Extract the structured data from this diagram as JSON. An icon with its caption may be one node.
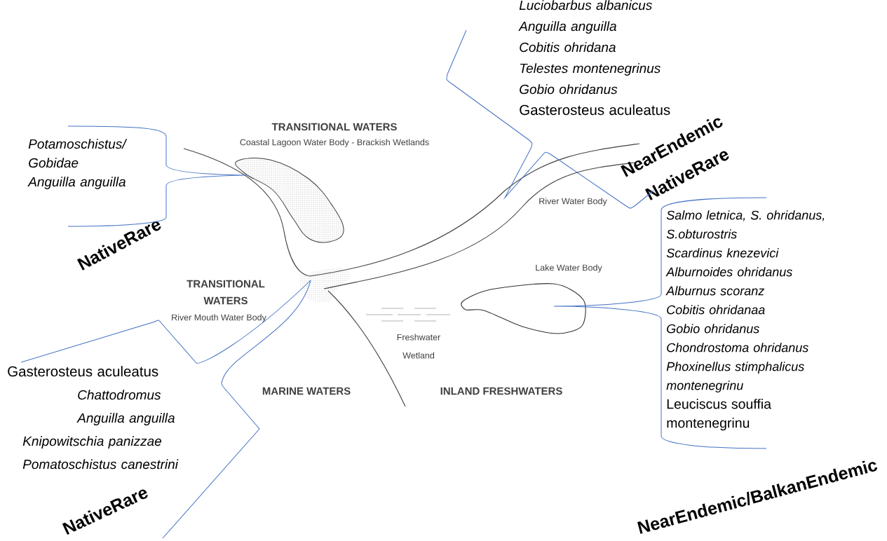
{
  "diagram": {
    "nodes": [
      {
        "text": [
          "Luciobarbus albanicus",
          "Anguilla anguilla",
          "Cobitis ohridana",
          "Telestes montenegrinus",
          "Gobio ohridanus",
          "Gasterosteus aculeatus"
        ],
        "beside": [
          "NearEndemic",
          "NativeRare"
        ]
      },
      {
        "text": [
          "Potamoschistus/ Gobidae",
          "Anguilla anguilla"
        ],
        "beside": [
          "NativeRare"
        ]
      },
      {
        "text": [
          "Salmo letnica, S. ohridanus, S.obturostris",
          "Scardinus knezevici",
          "Alburnoides ohridanus",
          "Alburnus scoranz",
          "Cobitis ohridanaa",
          "Gobio ohridanus",
          "Chondrostoma ohridanus",
          "Phoxinellus stimphalicus montenegrinu",
          "Leuciscus souffia montenegrinu"
        ],
        "beside": [
          "NearEndemic/BalkanEndemic"
        ]
      },
      {
        "text": [
          "Gasterosteus aculeatus",
          "Chattodromus",
          "Anguilla anguilla",
          "Knipowitschia panizzae",
          "Pomatoschistus canestrini"
        ],
        "beside": [
          "NativeRare"
        ]
      }
    ],
    "edges": [
      {
        "from": 0,
        "to": null,
        "arrow": "none"
      },
      {
        "from": 1,
        "to": null,
        "arrow": "none"
      },
      {
        "from": 2,
        "to": null,
        "arrow": "none"
      },
      {
        "from": 3,
        "to": null,
        "arrow": "none"
      }
    ],
    "labels": [
      "TRANSITIONAL WATERS",
      "Coastal Lagoon Water Body - Brackish Wetlands",
      "River Water Body",
      "Lake Water Body",
      "TRANSITIONAL WATERS",
      "River Mouth Water Body",
      "Freshwater Wetland",
      "MARINE WATERS",
      "INLAND FRESHWATERS"
    ]
  }
}
